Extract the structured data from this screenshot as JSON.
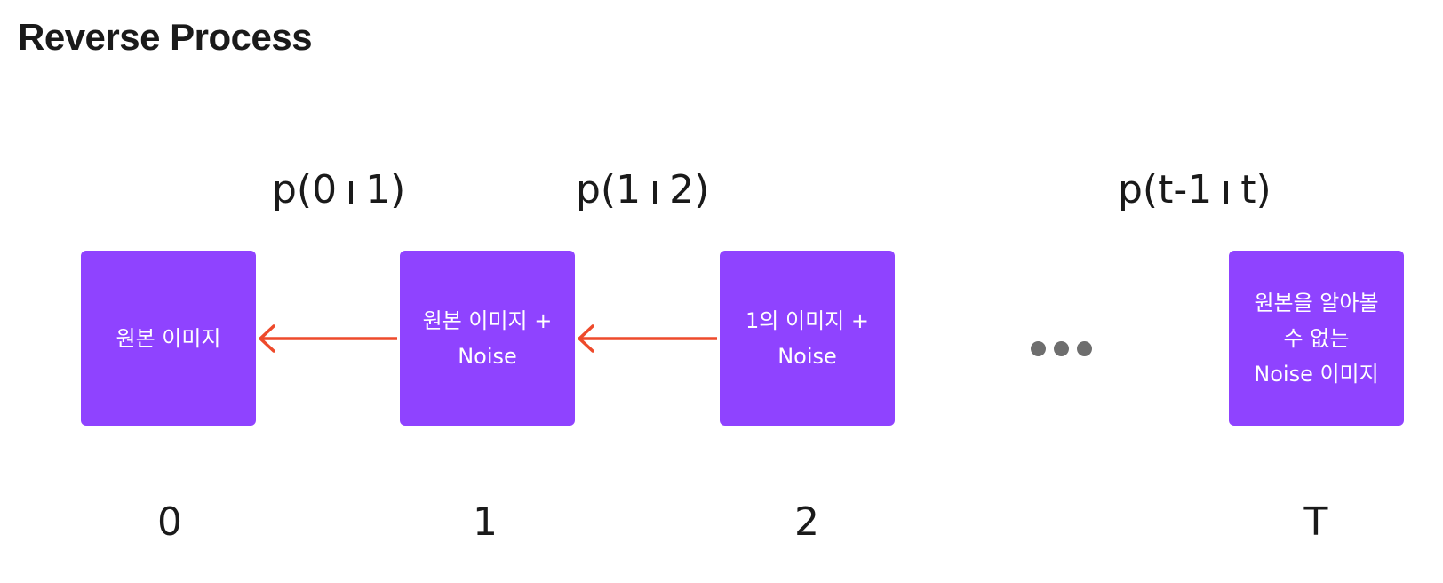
{
  "title": "Reverse Process",
  "colors": {
    "box": "#8f43ff",
    "arrow": "#ee4a2b",
    "text": "#1a1a1a",
    "dots": "#6e6e6e"
  },
  "boxes": [
    {
      "lines": [
        "원본 이미지"
      ]
    },
    {
      "lines": [
        "원본 이미지 +",
        "Noise"
      ]
    },
    {
      "lines": [
        "1의 이미지 +",
        "Noise"
      ]
    },
    {
      "lines": [
        "원본을 알아볼",
        "수 없는",
        "Noise 이미지"
      ]
    }
  ],
  "probabilities": [
    {
      "left": "p(0",
      "right": "1)"
    },
    {
      "left": "p(1",
      "right": "2)"
    },
    {
      "left": "p(t-1",
      "right": "t)"
    }
  ],
  "steps": [
    "0",
    "1",
    "2",
    "T"
  ],
  "arrows": [
    {
      "from": "box-1",
      "to": "box-0"
    },
    {
      "from": "box-2",
      "to": "box-1"
    }
  ],
  "ellipsis_icon": "ellipsis-icon"
}
